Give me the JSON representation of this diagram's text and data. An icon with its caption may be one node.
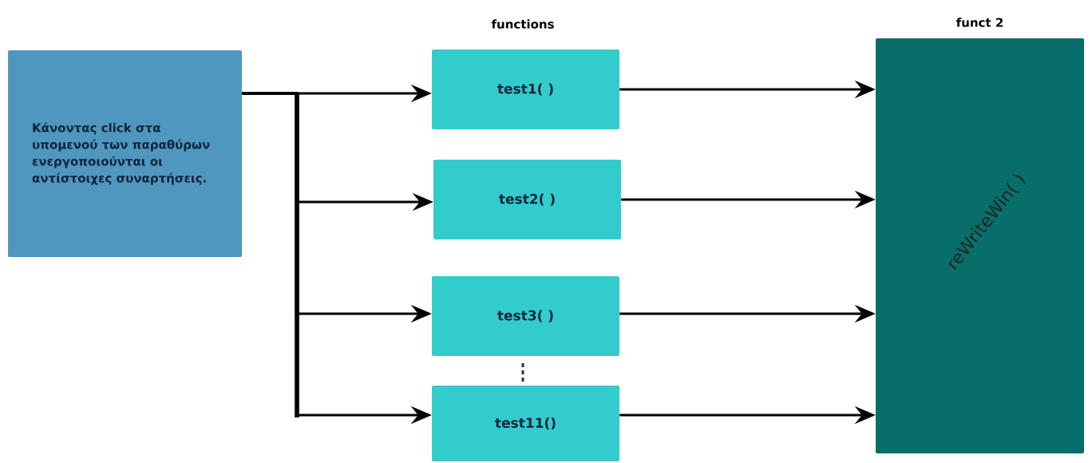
{
  "diagram": {
    "nodes": [
      {
        "text": [
          "Κάνοντας click  στα υπομενού των παραθύρων ενεργοποιούνται οι αντίστοιχες συναρτήσεις."
        ]
      },
      {
        "text": [
          "test1( )"
        ]
      },
      {
        "text": [
          "test2( )"
        ]
      },
      {
        "text": [
          "test3( )"
        ]
      },
      {
        "text": [
          "test11()"
        ]
      },
      {
        "text": [
          "funct 2",
          "reWriteWin( )"
        ]
      }
    ],
    "edges": [
      {
        "from": 0,
        "to": 1,
        "arrow": "to"
      },
      {
        "from": 0,
        "to": 2,
        "arrow": "to"
      },
      {
        "from": 0,
        "to": 3,
        "arrow": "to"
      },
      {
        "from": 0,
        "to": 4,
        "arrow": "to"
      },
      {
        "from": 1,
        "to": 5,
        "arrow": "to"
      },
      {
        "from": 2,
        "to": 5,
        "arrow": "to"
      },
      {
        "from": 3,
        "to": 5,
        "arrow": "to"
      },
      {
        "from": 4,
        "to": 5,
        "arrow": "to"
      }
    ],
    "labels": [
      "functions"
    ]
  }
}
